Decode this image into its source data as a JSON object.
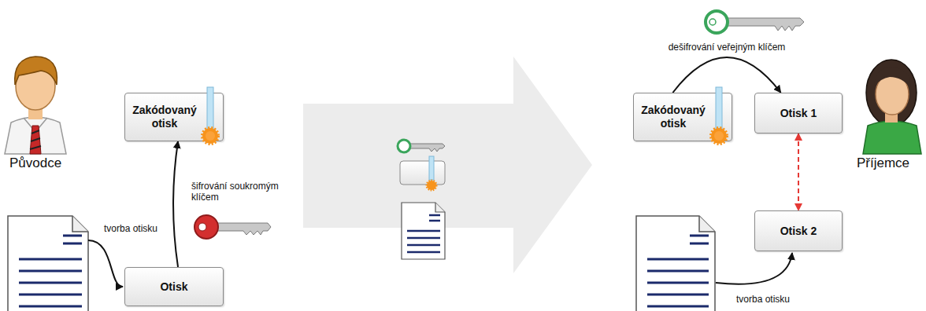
{
  "diagram": {
    "nodes": [
      {
        "text": [
          "Zakódovaný otisk"
        ]
      },
      {
        "text": [
          "Otisk"
        ]
      },
      {
        "text": [
          "Zakódovaný otisk"
        ]
      },
      {
        "text": [
          "Otisk 1"
        ]
      },
      {
        "text": [
          "Otisk 2"
        ]
      }
    ],
    "edges": [
      {
        "from": 1,
        "to": 0,
        "arrow": "to",
        "label": "šifrování soukromým klíčem"
      },
      {
        "from": 2,
        "to": 3,
        "arrow": "to",
        "label": "dešifrování veřejným klíčem"
      },
      {
        "from": 3,
        "to": 4,
        "arrow": "both"
      }
    ],
    "labels": [
      "Původce",
      "tvorba otisku",
      "Příjemce",
      "tvorba otisku"
    ]
  }
}
